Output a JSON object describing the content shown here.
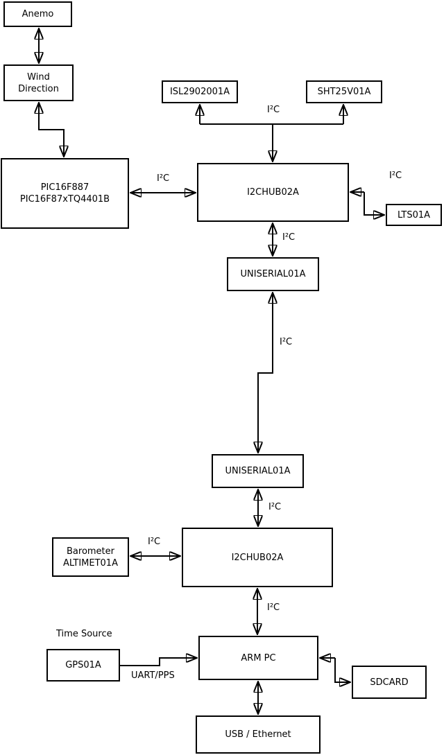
{
  "diagram": {
    "title_hint": "weather-station hardware block diagram",
    "nodes": {
      "anemo": "Anemo",
      "wind_direction": "Wind\nDirection",
      "pic": "PIC16F887\nPIC16F87xTQ4401B",
      "isl": "ISL2902001A",
      "sht": "SHT25V01A",
      "hub1": "I2CHUB02A",
      "lts": "LTS01A",
      "uniserial1": "UNISERIAL01A",
      "uniserial2": "UNISERIAL01A",
      "barometer": "Barometer\nALTIMET01A",
      "hub2": "I2CHUB02A",
      "time_source_note": "Time Source",
      "gps": "GPS01A",
      "arm_pc": "ARM PC",
      "sdcard": "SDCARD",
      "usb_ethernet": "USB / Ethernet"
    },
    "labels": {
      "i2c": "I²C",
      "uart_pps": "UART/PPS"
    },
    "colors": {
      "line": "#000000",
      "background": "#ffffff",
      "box_fill": "#ffffff"
    }
  }
}
